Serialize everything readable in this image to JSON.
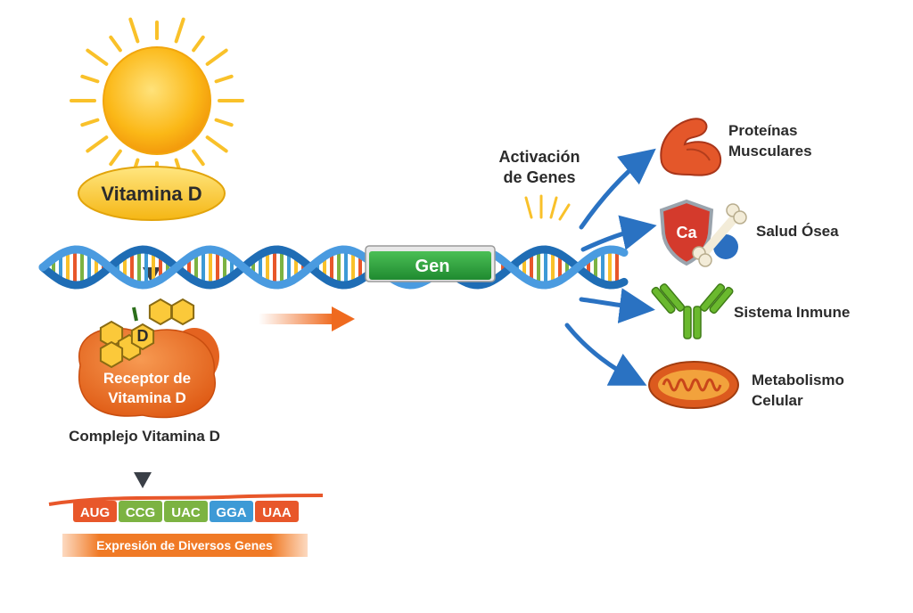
{
  "vitamin": {
    "label": "Vitamina D",
    "molecule_letter": "D"
  },
  "receptor": {
    "line1": "Receptor de",
    "line2": "Vitamina D"
  },
  "complex_label": "Complejo Vitamina D",
  "gene_label": "Gen",
  "activation": {
    "line1": "Activación",
    "line2": "de Genes"
  },
  "codons": [
    {
      "text": "AUG",
      "color": "#e8572a"
    },
    {
      "text": "CCG",
      "color": "#7cb342"
    },
    {
      "text": "UAC",
      "color": "#7cb342"
    },
    {
      "text": "GGA",
      "color": "#3d9ad6"
    },
    {
      "text": "UAA",
      "color": "#e8572a"
    }
  ],
  "expression_label": "Expresión de Diversos Genes",
  "calcium_symbol": "Ca",
  "outcomes": [
    {
      "line1": "Proteínas",
      "line2": "Musculares",
      "icon": "muscle-icon"
    },
    {
      "line1": "Salud Ósea",
      "line2": "",
      "icon": "bone-shield-icon"
    },
    {
      "line1": "Sistema Inmune",
      "line2": "",
      "icon": "antibody-icon"
    },
    {
      "line1": "Metabolismo",
      "line2": "Celular",
      "icon": "mitochondria-icon"
    }
  ],
  "colors": {
    "sun": "#f9b214",
    "dna_blue": "#1f6db5",
    "gene_green": "#2e9e3e",
    "orange": "#ef6a1f",
    "arrow_blue": "#2a72c2",
    "arrow_dark": "#3a3f47"
  }
}
